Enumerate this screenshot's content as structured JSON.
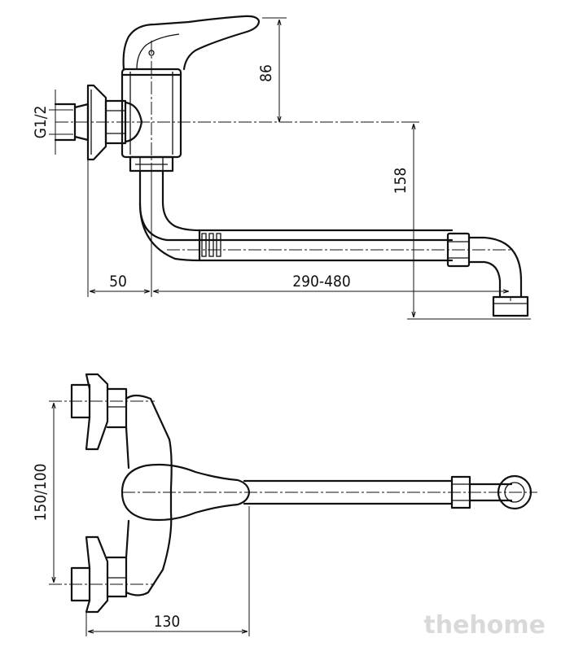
{
  "dimensions": {
    "handle_height": "86",
    "thread": "G1/2",
    "spout_drop": "158",
    "wall_offset": "50",
    "spout_reach": "290-480",
    "inlet_spacing": "150/100",
    "body_depth": "130"
  },
  "watermark": "thehome",
  "colors": {
    "line": "#111111",
    "watermark": "#d9d9d9",
    "background": "#ffffff"
  }
}
